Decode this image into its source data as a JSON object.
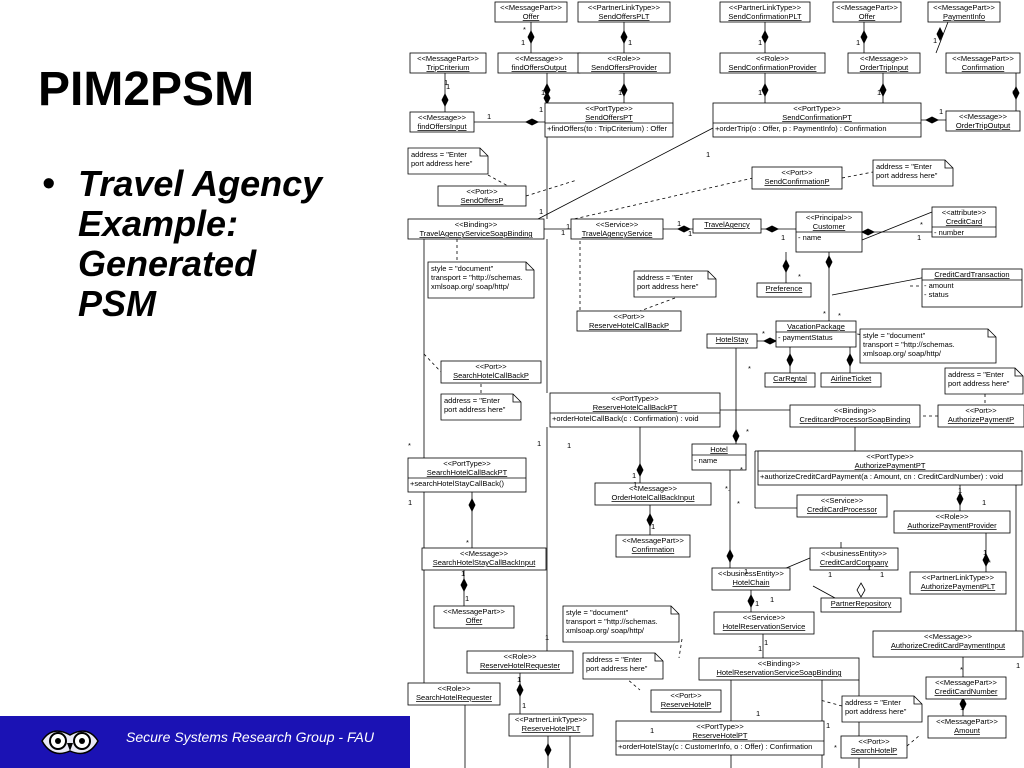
{
  "slide": {
    "title": "PIM2PSM",
    "bullet": "•",
    "bullet_lines": [
      "Travel Agency",
      "Example:",
      "Generated",
      "PSM"
    ]
  },
  "footer": {
    "text": "Secure Systems Research Group - FAU",
    "bg": "#1b12b4"
  },
  "boxes": [
    {
      "id": "offer1",
      "lines": [
        "<<MessagePart>>",
        "Offer"
      ]
    },
    {
      "id": "sendOffersPLT",
      "lines": [
        "<<PartnerLinkType>>",
        "SendOffersPLT"
      ]
    },
    {
      "id": "sendConfPLT",
      "lines": [
        "<<PartnerLinkType>>",
        "SendConfirmationPLT"
      ]
    },
    {
      "id": "offer2",
      "lines": [
        "<<MessagePart>>",
        "Offer"
      ]
    },
    {
      "id": "paymentInfo",
      "lines": [
        "<<MessagePart>>",
        "PaymentInfo"
      ]
    },
    {
      "id": "tripCriterium",
      "lines": [
        "<<MessagePart>>",
        "TripCriterium"
      ]
    },
    {
      "id": "findOffersOutput",
      "lines": [
        "<<Message>>",
        "findOffersOutput"
      ]
    },
    {
      "id": "sendOffersProvider",
      "lines": [
        "<<Role>>",
        "SendOffersProvider"
      ]
    },
    {
      "id": "sendConfProvider",
      "lines": [
        "<<Role>>",
        "SendConfirmationProvider"
      ]
    },
    {
      "id": "orderTripInput",
      "lines": [
        "<<Message>>",
        "OrderTripInput"
      ]
    },
    {
      "id": "confirmation1",
      "lines": [
        "<<MessagePart>>",
        "Confirmation"
      ]
    },
    {
      "id": "findOffersInput",
      "lines": [
        "<<Message>>",
        "findOffersInput"
      ]
    },
    {
      "id": "sendOffersPT",
      "lines": [
        "<<PortType>>",
        "SendOffersPT"
      ],
      "ops": [
        "+findOffers(to : TripCriterium) : Offer"
      ]
    },
    {
      "id": "sendConfPT",
      "lines": [
        "<<PortType>>",
        "SendConfirmationPT"
      ],
      "ops": [
        "+orderTrip(o : Offer, p : PaymentInfo) : Confirmation"
      ]
    },
    {
      "id": "orderTripOutput",
      "lines": [
        "<<Message>>",
        "OrderTripOutput"
      ]
    },
    {
      "id": "sendConfP",
      "lines": [
        "<<Port>>",
        "SendConfirmationP"
      ]
    },
    {
      "id": "sendOffersP",
      "lines": [
        "<<Port>>",
        "SendOffersP"
      ]
    },
    {
      "id": "creditCard",
      "lines": [
        "<<attribute>>",
        "CreditCard"
      ],
      "attrs": [
        "- number"
      ]
    },
    {
      "id": "taBinding",
      "lines": [
        "<<Binding>>",
        "TravelAgencyServiceSoapBinding"
      ]
    },
    {
      "id": "taService",
      "lines": [
        "<<Service>>",
        "TravelAgencyService"
      ]
    },
    {
      "id": "travelAgency",
      "lines": [
        "TravelAgency"
      ]
    },
    {
      "id": "customer",
      "lines": [
        "<<Principal>>",
        "Customer"
      ],
      "attrs": [
        "- name"
      ]
    },
    {
      "id": "ccTransaction",
      "lines": [
        "CreditCardTransaction"
      ],
      "attrs": [
        "- amount",
        "- status"
      ]
    },
    {
      "id": "preference",
      "lines": [
        "Preference"
      ]
    },
    {
      "id": "reserveHotelCallBackP",
      "lines": [
        "<<Port>>",
        "ReserveHotelCallBackP"
      ]
    },
    {
      "id": "hotelStay",
      "lines": [
        "HotelStay"
      ]
    },
    {
      "id": "vacationPackage",
      "lines": [
        "VacationPackage"
      ],
      "attrs": [
        "- paymentStatus"
      ]
    },
    {
      "id": "searchHotelCallBackP",
      "lines": [
        "<<Port>>",
        "SearchHotelCallBackP"
      ]
    },
    {
      "id": "carRental",
      "lines": [
        "CarRental"
      ]
    },
    {
      "id": "airlineTicket",
      "lines": [
        "AirlineTicket"
      ]
    },
    {
      "id": "reserveHotelCallBackPT",
      "lines": [
        "<<PortType>>",
        "ReserveHotelCallBackPT"
      ],
      "ops": [
        "+orderHotelCallBack(c : Confirmation) : void"
      ]
    },
    {
      "id": "ccProcessorBinding",
      "lines": [
        "<<Binding>>",
        "CreditcardProcessorSoapBinding"
      ]
    },
    {
      "id": "authorizePaymentP",
      "lines": [
        "<<Port>>",
        "AuthorizePaymentP"
      ]
    },
    {
      "id": "hotel",
      "lines": [
        "Hotel"
      ],
      "attrs": [
        "- name"
      ]
    },
    {
      "id": "authorizePaymentPT",
      "lines": [
        "<<PortType>>",
        "AuthorizePaymentPT"
      ],
      "ops": [
        "+authorizeCreditCardPayment(a : Amount, cn : CreditCardNumber) : void"
      ]
    },
    {
      "id": "searchHotelCallBackPT",
      "lines": [
        "<<PortType>>",
        "SearchHotelCallBackPT"
      ],
      "ops": [
        "+searchHotelStayCallBack()"
      ]
    },
    {
      "id": "orderHotelCallBackInput",
      "lines": [
        "<<Message>>",
        "OrderHotelCallBackInput"
      ]
    },
    {
      "id": "ccProcessor",
      "lines": [
        "<<Service>>",
        "CreditCardProcessor"
      ]
    },
    {
      "id": "authorizePaymentProvider",
      "lines": [
        "<<Role>>",
        "AuthorizePaymentProvider"
      ]
    },
    {
      "id": "confirmation2",
      "lines": [
        "<<MessagePart>>",
        "Confirmation"
      ]
    },
    {
      "id": "searchHotelStayCallBackInput",
      "lines": [
        "<<Message>>",
        "SearchHotelStayCallBackInput"
      ]
    },
    {
      "id": "ccCompany",
      "lines": [
        "<<businessEntity>>",
        "CreditCardCompany"
      ]
    },
    {
      "id": "hotelChain",
      "lines": [
        "<<businessEntity>>",
        "HotelChain"
      ]
    },
    {
      "id": "authorizePaymentPLT",
      "lines": [
        "<<PartnerLinkType>>",
        "AuthorizePaymentPLT"
      ]
    },
    {
      "id": "partnerRepository",
      "lines": [
        "PartnerRepository"
      ]
    },
    {
      "id": "offer3",
      "lines": [
        "<<MessagePart>>",
        "Offer"
      ]
    },
    {
      "id": "hotelReservationService",
      "lines": [
        "<<Service>>",
        "HotelReservationService"
      ]
    },
    {
      "id": "authorizeCCPaymentInput",
      "lines": [
        "<<Message>>",
        "AuthorizeCreditCardPaymentInput"
      ]
    },
    {
      "id": "reserveHotelRequester",
      "lines": [
        "<<Role>>",
        "ReserveHotelRequester"
      ]
    },
    {
      "id": "hotelResBinding",
      "lines": [
        "<<Binding>>",
        "HotelReservationServiceSoapBinding"
      ]
    },
    {
      "id": "searchHotelRequester",
      "lines": [
        "<<Role>>",
        "SearchHotelRequester"
      ]
    },
    {
      "id": "reserveHotelP",
      "lines": [
        "<<Port>>",
        "ReserveHotelP"
      ]
    },
    {
      "id": "creditCardNumber",
      "lines": [
        "<<MessagePart>>",
        "CreditCardNumber"
      ]
    },
    {
      "id": "reserveHotelPLT",
      "lines": [
        "<<PartnerLinkType>>",
        "ReserveHotelPLT"
      ]
    },
    {
      "id": "reserveHotelPT",
      "lines": [
        "<<PortType>>",
        "ReserveHotelPT"
      ],
      "ops": [
        "+orderHotelStay(c : CustomerInfo, o : Offer) : Confirmation"
      ]
    },
    {
      "id": "searchHotelP",
      "lines": [
        "<<Port>>",
        "SearchHotelP"
      ]
    },
    {
      "id": "amount",
      "lines": [
        "<<MessagePart>>",
        "Amount"
      ]
    }
  ],
  "notes": [
    {
      "id": "note1",
      "lines": [
        "address = \"Enter",
        "port address here\""
      ]
    },
    {
      "id": "note2",
      "lines": [
        "address = \"Enter",
        "port address here\""
      ]
    },
    {
      "id": "note3",
      "lines": [
        "style = \"document\"",
        "transport = \"http://schemas.",
        "xmlsoap.org/ soap/http/"
      ]
    },
    {
      "id": "note4",
      "lines": [
        "address = \"Enter",
        "port address here\""
      ]
    },
    {
      "id": "note5",
      "lines": [
        "style = \"document\"",
        "transport = \"http://schemas.",
        "xmlsoap.org/ soap/http/"
      ]
    },
    {
      "id": "note6",
      "lines": [
        "address = \"Enter",
        "port address here\""
      ]
    },
    {
      "id": "note7",
      "lines": [
        "address = \"Enter",
        "port address here\""
      ]
    },
    {
      "id": "note8",
      "lines": [
        "style = \"document\"",
        "transport = \"http://schemas.",
        "xmlsoap.org/ soap/http/"
      ]
    },
    {
      "id": "note9",
      "lines": [
        "address = \"Enter",
        "port address here\""
      ]
    },
    {
      "id": "note10",
      "lines": [
        "address = \"Enter",
        "port address here\""
      ]
    }
  ],
  "multiplicities": [
    {
      "id": "m1",
      "text": "*"
    },
    {
      "id": "m2",
      "text": "1"
    },
    {
      "id": "m3",
      "text": "1"
    },
    {
      "id": "m4",
      "text": "1"
    },
    {
      "id": "m5",
      "text": "1"
    },
    {
      "id": "m6",
      "text": "1"
    },
    {
      "id": "m7",
      "text": "1"
    },
    {
      "id": "m8",
      "text": "1"
    },
    {
      "id": "m9",
      "text": "1"
    },
    {
      "id": "m10",
      "text": "1"
    },
    {
      "id": "m11",
      "text": "1"
    },
    {
      "id": "m12",
      "text": "*"
    },
    {
      "id": "m13",
      "text": "1"
    },
    {
      "id": "m14",
      "text": "1"
    },
    {
      "id": "m15",
      "text": "1"
    },
    {
      "id": "m16",
      "text": "1"
    },
    {
      "id": "m17",
      "text": "1"
    },
    {
      "id": "m18",
      "text": "1"
    },
    {
      "id": "m19",
      "text": "1"
    },
    {
      "id": "m20",
      "text": "1"
    },
    {
      "id": "m21",
      "text": "1"
    },
    {
      "id": "m22",
      "text": "1"
    },
    {
      "id": "m23",
      "text": "1"
    },
    {
      "id": "m24",
      "text": "*"
    },
    {
      "id": "m25",
      "text": "*"
    },
    {
      "id": "m26",
      "text": "*"
    },
    {
      "id": "m27",
      "text": "*"
    },
    {
      "id": "m28",
      "text": "*"
    },
    {
      "id": "m29",
      "text": "*"
    },
    {
      "id": "m30",
      "text": "*"
    },
    {
      "id": "m31",
      "text": "1"
    },
    {
      "id": "m32",
      "text": "1"
    },
    {
      "id": "m33",
      "text": "*"
    },
    {
      "id": "m34",
      "text": "1"
    },
    {
      "id": "m35",
      "text": "*"
    },
    {
      "id": "m36",
      "text": "1"
    },
    {
      "id": "m37",
      "text": "1"
    },
    {
      "id": "m38",
      "text": "1"
    },
    {
      "id": "m39",
      "text": "1"
    },
    {
      "id": "m40",
      "text": "1"
    },
    {
      "id": "m41",
      "text": "1"
    },
    {
      "id": "m42",
      "text": "1"
    },
    {
      "id": "m43",
      "text": "1"
    },
    {
      "id": "m44",
      "text": "1"
    },
    {
      "id": "m45",
      "text": "1"
    },
    {
      "id": "m46",
      "text": "1"
    },
    {
      "id": "m47",
      "text": "1"
    },
    {
      "id": "m48",
      "text": "*"
    },
    {
      "id": "m49",
      "text": "*"
    },
    {
      "id": "m50",
      "text": "1"
    },
    {
      "id": "m51",
      "text": "1"
    },
    {
      "id": "m52",
      "text": "1"
    },
    {
      "id": "m53",
      "text": "1"
    },
    {
      "id": "m54",
      "text": "1"
    },
    {
      "id": "m55",
      "text": "1"
    },
    {
      "id": "m56",
      "text": "1"
    },
    {
      "id": "m57",
      "text": "*"
    },
    {
      "id": "m58",
      "text": "*"
    },
    {
      "id": "m59",
      "text": "*"
    },
    {
      "id": "m60",
      "text": "*."
    },
    {
      "id": "m61",
      "text": "1"
    },
    {
      "id": "m62",
      "text": "1"
    },
    {
      "id": "m63",
      "text": "1"
    },
    {
      "id": "m64",
      "text": "1"
    },
    {
      "id": "m65",
      "text": "1"
    },
    {
      "id": "m66",
      "text": "*"
    },
    {
      "id": "m67",
      "text": "1"
    },
    {
      "id": "m68",
      "text": "1"
    }
  ]
}
